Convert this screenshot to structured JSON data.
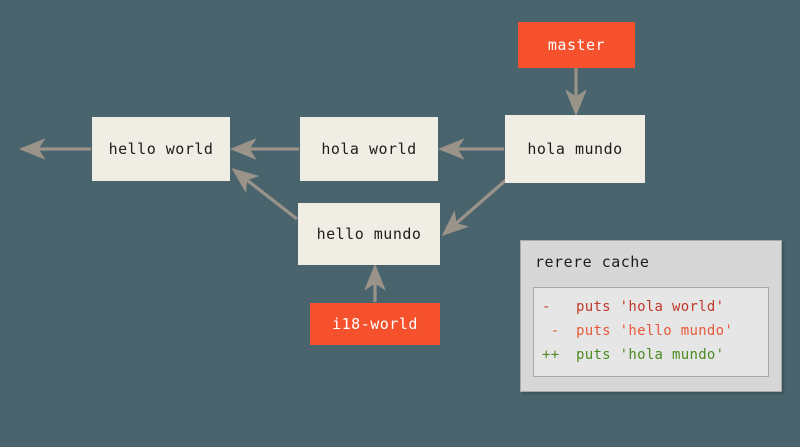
{
  "canvas": {
    "background_color": "#4a646e",
    "arrow_color": "#9a938a",
    "commit_box_color": "#f0eee4",
    "branch_box_color": "#f4512c",
    "panel_color": "#d7d7d7",
    "diff_box_color": "#e6e6e6"
  },
  "commits": [
    {
      "id": "hello-world",
      "label": "hello world"
    },
    {
      "id": "hola-world",
      "label": "hola world"
    },
    {
      "id": "hola-mundo",
      "label": "hola mundo"
    },
    {
      "id": "hello-mundo",
      "label": "hello mundo"
    }
  ],
  "branches": [
    {
      "id": "master",
      "label": "master",
      "color": "#f4512c",
      "text_color": "#ffffff"
    },
    {
      "id": "i18-world",
      "label": "i18-world",
      "color": "#f4512c",
      "text_color": "#ffffff"
    }
  ],
  "rerere": {
    "title": "rerere cache",
    "diff_lines": [
      {
        "marker": "-",
        "text": "puts 'hola world'",
        "color": "#c0392b"
      },
      {
        "marker": " -",
        "text": "puts 'hello mundo'",
        "color": "#e8593a"
      },
      {
        "marker": "++",
        "text": "puts 'hola mundo'",
        "color": "#4b8b22"
      }
    ]
  }
}
